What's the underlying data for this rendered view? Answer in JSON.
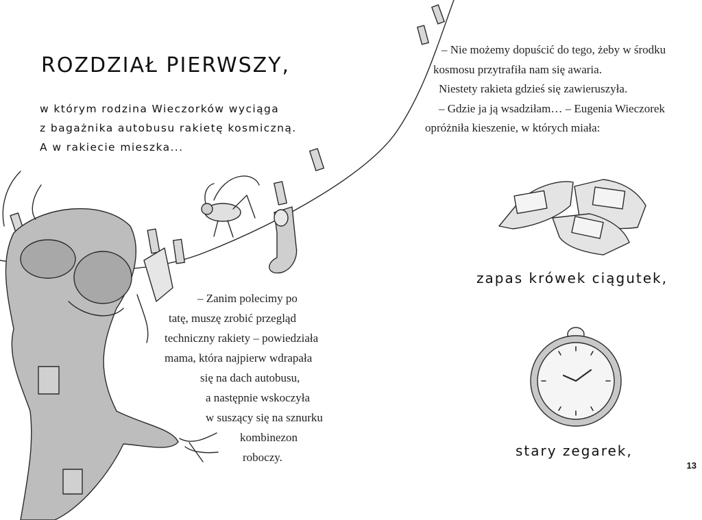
{
  "chapter": {
    "title": "ROZDZIAŁ PIERWSZY,",
    "subtitle_lines": [
      "w którym rodzina Wieczorków wyciąga",
      "z bagażnika autobusu rakietę kosmiczną.",
      "A w rakiecie mieszka..."
    ]
  },
  "right_paragraph": {
    "lines": [
      "– Nie możemy dopuścić do tego, żeby w środku",
      "kosmosu przytrafiła nam się awaria.",
      "Niestety rakieta gdzieś się zawieruszyła.",
      "– Gdzie ja ją wsadziłam… – Eugenia Wieczorek",
      "opróżniła kieszenie, w których miała:"
    ]
  },
  "left_paragraph": {
    "lines": [
      "– Zanim polecimy po",
      "tatę, muszę zrobić przegląd",
      "techniczny rakiety – powiedziała",
      "mama, która najpierw wdrapała",
      "się na dach autobusu,",
      "a następnie wskoczyła",
      "w suszący się na sznurku",
      "kombinezon",
      "roboczy."
    ]
  },
  "captions": {
    "candies": "zapas krówek ciągutek,",
    "watch": "stary zegarek,"
  },
  "icons": {
    "candies": "candy-wrappers-icon",
    "watch": "pocket-watch-icon",
    "clothesline": "clothesline-illustration"
  },
  "page_number": "13"
}
